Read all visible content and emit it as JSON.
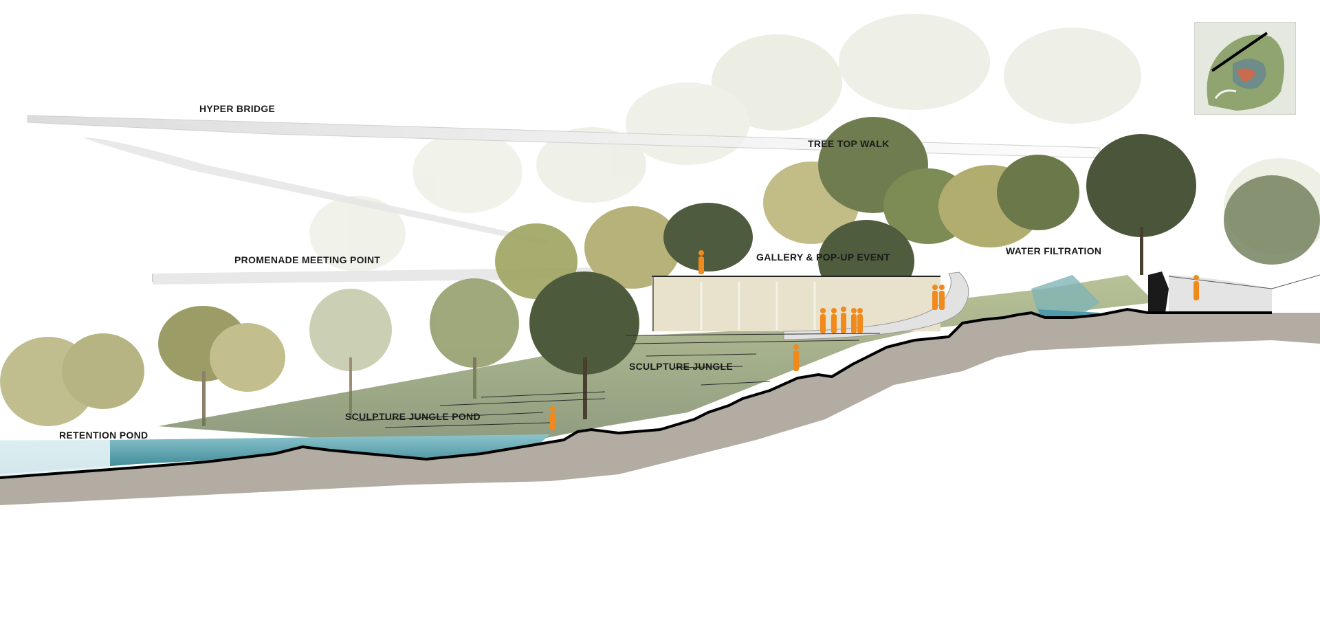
{
  "labels": {
    "hyper_bridge": "HYPER BRIDGE",
    "tree_top_walk": "TREE TOP WALK",
    "promenade_meeting_point": "PROMENADE MEETING POINT",
    "gallery_popup_event": "GALLERY & POP-UP EVENT",
    "water_filtration": "WATER FILTRATION",
    "sculpture_jungle": "SCULPTURE JUNGLE",
    "sculpture_jungle_pond": "SCULPTURE JUNGLE POND",
    "retention_pond": "RETENTION POND"
  },
  "colors": {
    "ground": "#b3aca3",
    "ground_line": "#000000",
    "water": "#4b9aa8",
    "people": "#f08a1c",
    "foliage_olive": "#8a9450",
    "foliage_dark": "#4f5a3c",
    "foliage_light": "#cfd6b8",
    "bridge": "#e9eaea"
  }
}
